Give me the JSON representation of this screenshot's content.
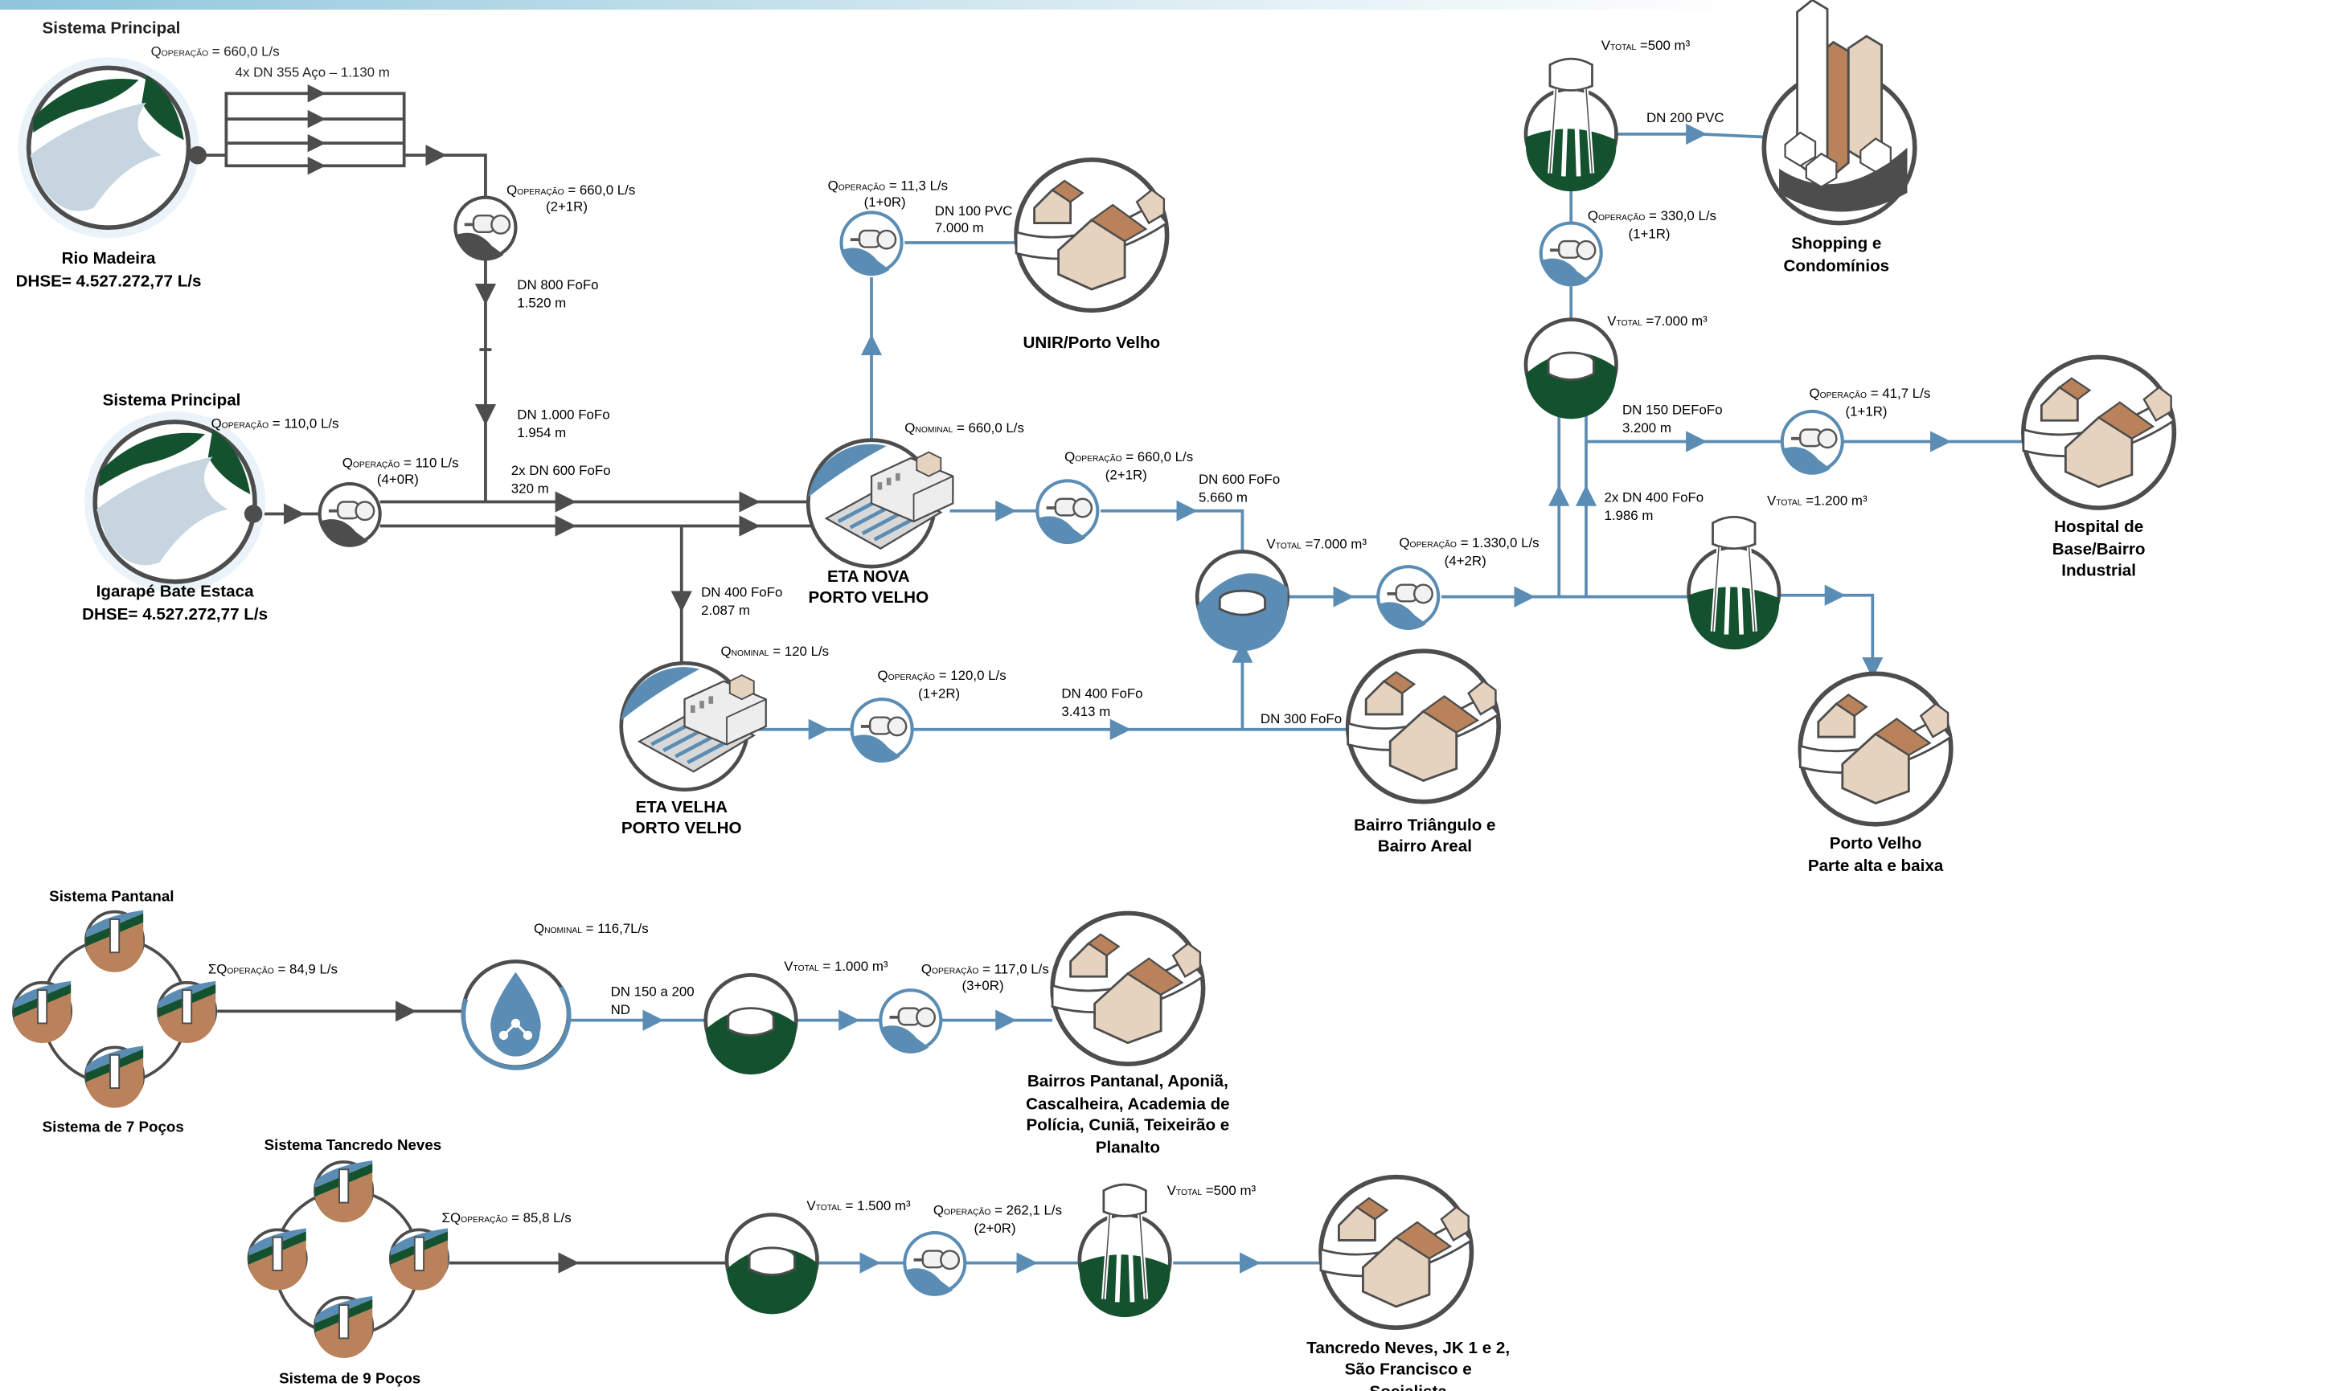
{
  "colors": {
    "pipe_blue": "#5b8db4",
    "pipe_gray": "#4d4d4d",
    "dark_green": "#14522f",
    "house_brown": "#b9825a",
    "circle_border": "#4d4d4d"
  },
  "rio_madeira": {
    "system": "Sistema Principal",
    "q_label": "Q",
    "q_sub": "OPERAÇÃO",
    "q_val": " = 660,0 L/s",
    "pipes": "4x DN 355 Aço – 1.130 m",
    "name": "Rio Madeira",
    "dhse": "DHSE= 4.527.272,77 L/s"
  },
  "pump_main": {
    "q_label": "Q",
    "q_sub": "OPERAÇÃO",
    "q_val": " = 660,0 L/s",
    "config": "(2+1R)",
    "pipe1": "DN 800 FoFo",
    "len1": "1.520 m",
    "pipe2": "DN 1.000 FoFo",
    "len2": "1.954 m",
    "pipe3": "2x DN 600 FoFo",
    "len3": "320 m"
  },
  "igarape": {
    "system": "Sistema Principal",
    "q_label": "Q",
    "q_sub": "OPERAÇÃO",
    "q_val": " = 110,0 L/s",
    "name": "Igarapé Bate Estaca",
    "dhse": "DHSE= 4.527.272,77 L/s"
  },
  "pump_igarape": {
    "q_label": "Q",
    "q_sub": "OPERAÇÃO",
    "q_val": " = 110 L/s",
    "config": "(4+0R)"
  },
  "eta_nova": {
    "q_label": "Q",
    "q_sub": "NOMINAL",
    "q_val": " = 660,0 L/s",
    "name1": "ETA NOVA",
    "name2": "PORTO VELHO"
  },
  "eta_velha": {
    "pipe": "DN 400 FoFo",
    "len": "2.087 m",
    "q_label": "Q",
    "q_sub": "NOMINAL",
    "q_val": " = 120 L/s",
    "name1": "ETA VELHA",
    "name2": "PORTO VELHO"
  },
  "pump_unir": {
    "q_label": "Q",
    "q_sub": "OPERAÇÃO",
    "q_val": " = 11,3 L/s",
    "config": "(1+0R)",
    "pipe": "DN 100 PVC",
    "len": "7.000 m",
    "dest": "UNIR/Porto Velho"
  },
  "pump_eta_nova": {
    "q_label": "Q",
    "q_sub": "OPERAÇÃO",
    "q_val": " = 660,0 L/s",
    "config": "(2+1R)",
    "pipe": "DN 600 FoFo",
    "len": "5.660 m"
  },
  "pump_eta_velha": {
    "q_label": "Q",
    "q_sub": "OPERAÇÃO",
    "q_val": " = 120,0 L/s",
    "config": "(1+2R)",
    "pipe": "DN 400 FoFo",
    "len": "3.413 m"
  },
  "reservoir_center": {
    "v_label": "V",
    "v_sub": "TOTAL",
    "v_val": " =7.000 m³",
    "pipe_in": "DN 300 FoFo",
    "dest1": "Bairro Triângulo e",
    "dest2": "Bairro Areal"
  },
  "pump_center": {
    "q_label": "Q",
    "q_sub": "OPERAÇÃO",
    "q_val": " = 1.330,0 L/s",
    "config": "(4+2R)",
    "pipe": "2x DN 400 FoFo",
    "len": "1.986 m"
  },
  "tower_top": {
    "v_label": "V",
    "v_sub": "TOTAL",
    "v_val": " =500 m³",
    "pipe": "DN 200 PVC",
    "dest1": "Shopping e",
    "dest2": "Condomínios"
  },
  "pump_top": {
    "q_label": "Q",
    "q_sub": "OPERAÇÃO",
    "q_val": " = 330,0 L/s",
    "config": "(1+1R)"
  },
  "reservoir_top": {
    "v_label": "V",
    "v_sub": "TOTAL",
    "v_val": " =7.000 m³",
    "pipe": "DN 150 DEFoFo",
    "len": "3.200 m"
  },
  "pump_hospital": {
    "q_label": "Q",
    "q_sub": "OPERAÇÃO",
    "q_val": " = 41,7 L/s",
    "config": "(1+1R)",
    "dest1": "Hospital de",
    "dest2": "Base/Bairro",
    "dest3": "Industrial"
  },
  "tower_right": {
    "v_label": "V",
    "v_sub": "TOTAL",
    "v_val": " =1.200 m³",
    "dest1": "Porto Velho",
    "dest2": "Parte alta e baixa"
  },
  "pantanal": {
    "system": "Sistema Pantanal",
    "sum_label": "ΣQ",
    "sum_sub": "OPERAÇÃO",
    "sum_val": " = 84,9 L/s",
    "wells": "Sistema de 7 Poços",
    "treat_label": "Q",
    "treat_sub": "NOMINAL",
    "treat_val": " = 116,7L/s",
    "pipe": "DN 150 a 200",
    "len": "ND",
    "v_label": "V",
    "v_sub": "TOTAL",
    "v_val": " = 1.000 m³",
    "q_label": "Q",
    "q_sub": "OPERAÇÃO",
    "q_val": " = 117,0 L/s",
    "config": "(3+0R)",
    "dest1": "Bairros Pantanal, Aponiã,",
    "dest2": "Cascalheira, Academia de",
    "dest3": "Polícia, Cuniã, Teixeirão e",
    "dest4": "Planalto"
  },
  "tancredo": {
    "system": "Sistema Tancredo Neves",
    "sum_label": "ΣQ",
    "sum_sub": "OPERAÇÃO",
    "sum_val": " = 85,8 L/s",
    "wells": "Sistema de 9 Poços",
    "v_label": "V",
    "v_sub": "TOTAL",
    "v_val": " = 1.500 m³",
    "q_label": "Q",
    "q_sub": "OPERAÇÃO",
    "q_val": " = 262,1 L/s",
    "config": "(2+0R)",
    "v2_label": "V",
    "v2_sub": "TOTAL",
    "v2_val": " =500 m³",
    "dest1": "Tancredo Neves, JK 1 e 2,",
    "dest2": "São Francisco e",
    "dest3": "Socialista"
  }
}
